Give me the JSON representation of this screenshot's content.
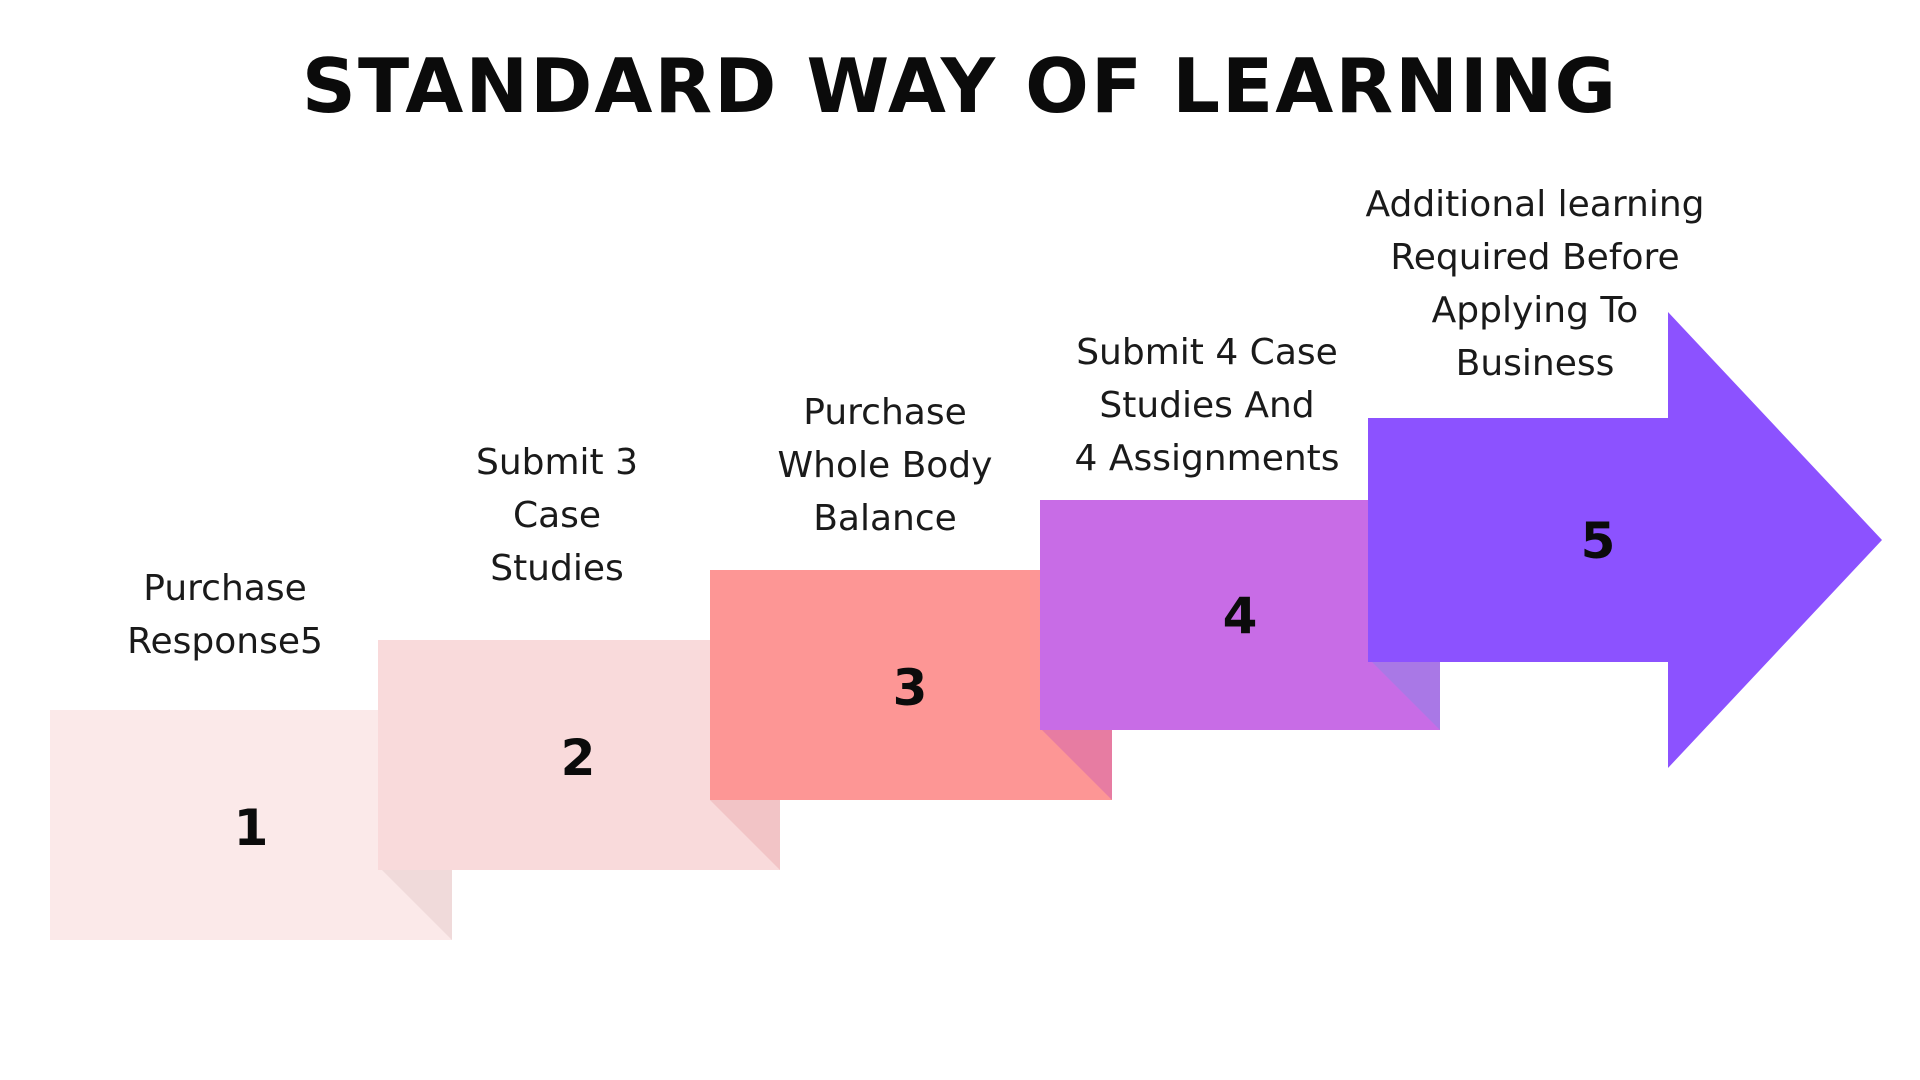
{
  "title": "STANDARD WAY OF LEARNING",
  "steps": [
    {
      "number": "1",
      "label": "Purchase\nResponse5",
      "color": "#fbe9e9"
    },
    {
      "number": "2",
      "label": "Submit 3\nCase\nStudies",
      "color": "#f9dadb"
    },
    {
      "number": "3",
      "label": "Purchase\nWhole Body\nBalance",
      "color": "#fd9695"
    },
    {
      "number": "4",
      "label": "Submit 4 Case\nStudies And\n4 Assignments",
      "color": "#c86ce6"
    },
    {
      "number": "5",
      "label": "Additional learning\nRequired Before\nApplying To\nBusiness",
      "color": "#8c52ff"
    }
  ]
}
